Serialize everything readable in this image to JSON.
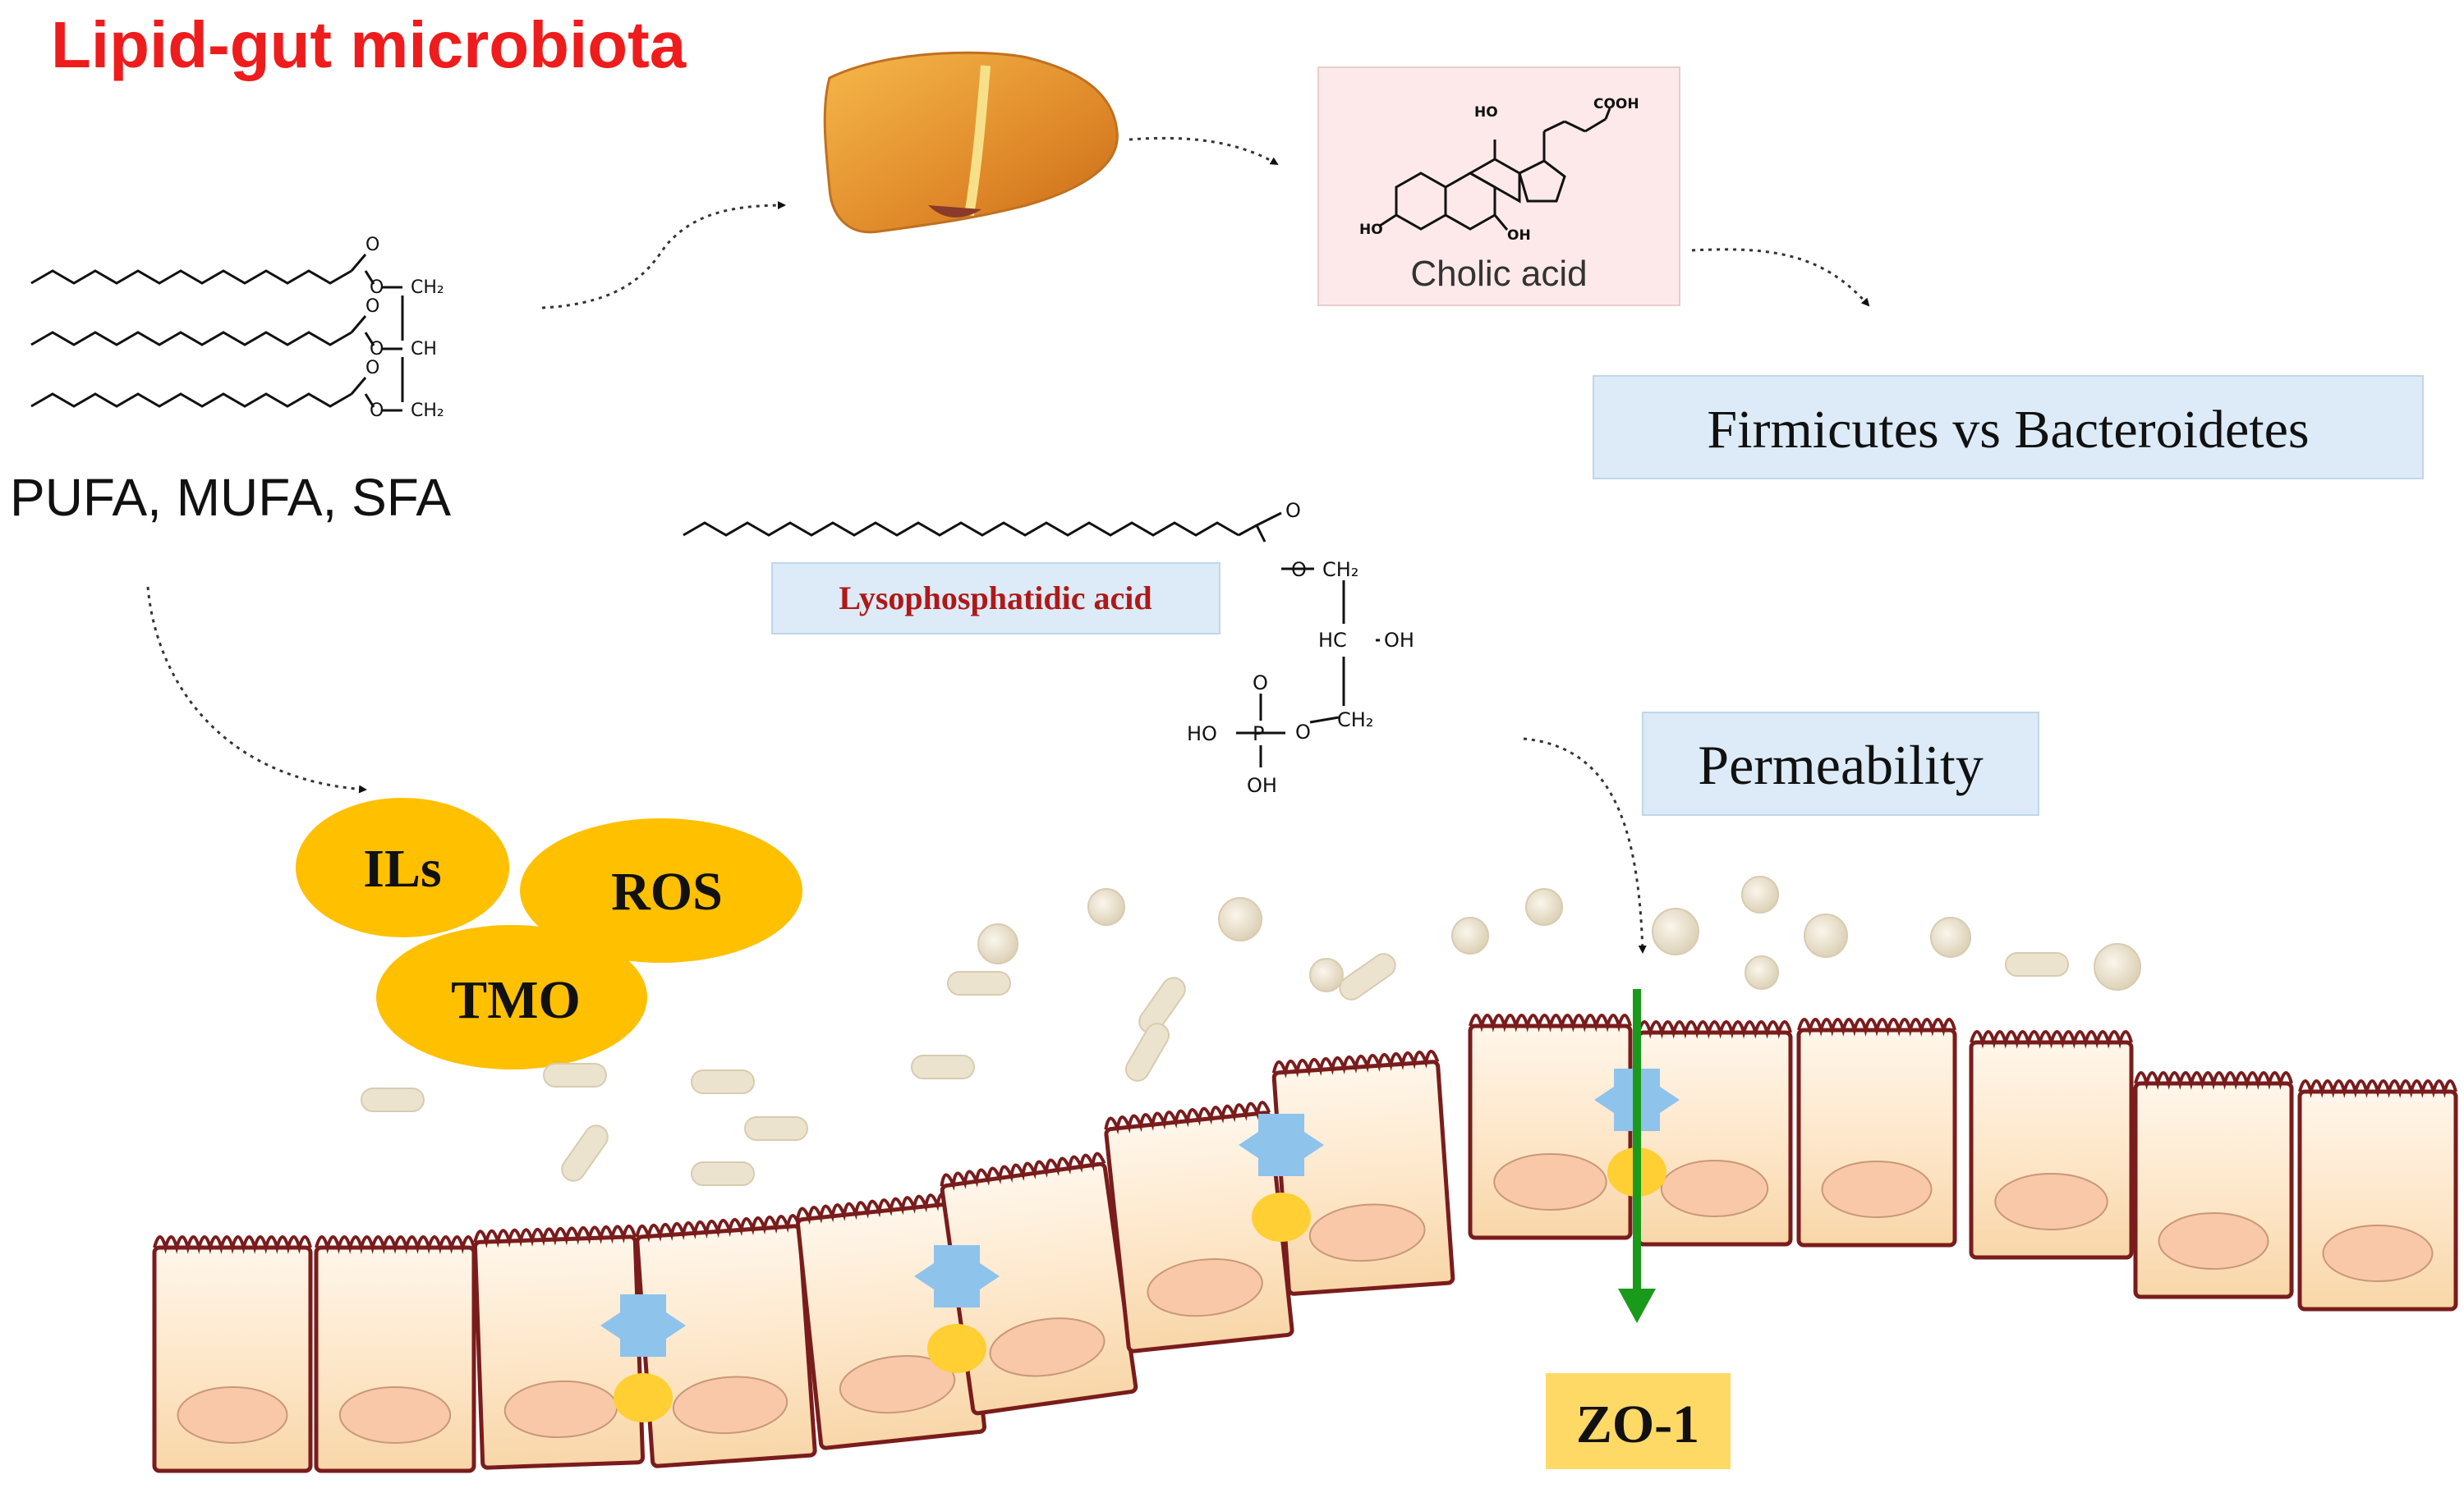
{
  "title": "Lipid-gut microbiota",
  "fatty_acids_label": "PUFA, MUFA, SFA",
  "cholic_acid_label": "Cholic acid",
  "firmicutes_label": "Firmicutes vs Bacteroidetes",
  "lpa_label": "Lysophosphatidic acid",
  "permeability_label": "Permeability",
  "inflammation": {
    "ils": "ILs",
    "ros": "ROS",
    "tmo": "TMO"
  },
  "zo1_label": "ZO-1",
  "chem": {
    "o": "O",
    "ch2": "CH₂",
    "ch": "CH",
    "hc": "HC",
    "oh": "OH",
    "ho": "HO",
    "p": "P",
    "cooh": "COOH"
  },
  "colors": {
    "title": "#ee1c1c",
    "lpa_text": "#b01818",
    "label_box": "#dcebf7",
    "cholic_box": "#fde9e9",
    "ellipse": "#ffc000",
    "zo1_box": "#ffd966",
    "arrow_green": "#1a9a1a",
    "cell_fill": "#fce4c4",
    "cell_border": "#7a1c1c",
    "nucleus": "#f8c8a8",
    "tight_junction": "#8ec3ec",
    "zo1_protein": "#ffcf33",
    "liver": "#e59a3a",
    "bacteria": "#ece3cf"
  }
}
